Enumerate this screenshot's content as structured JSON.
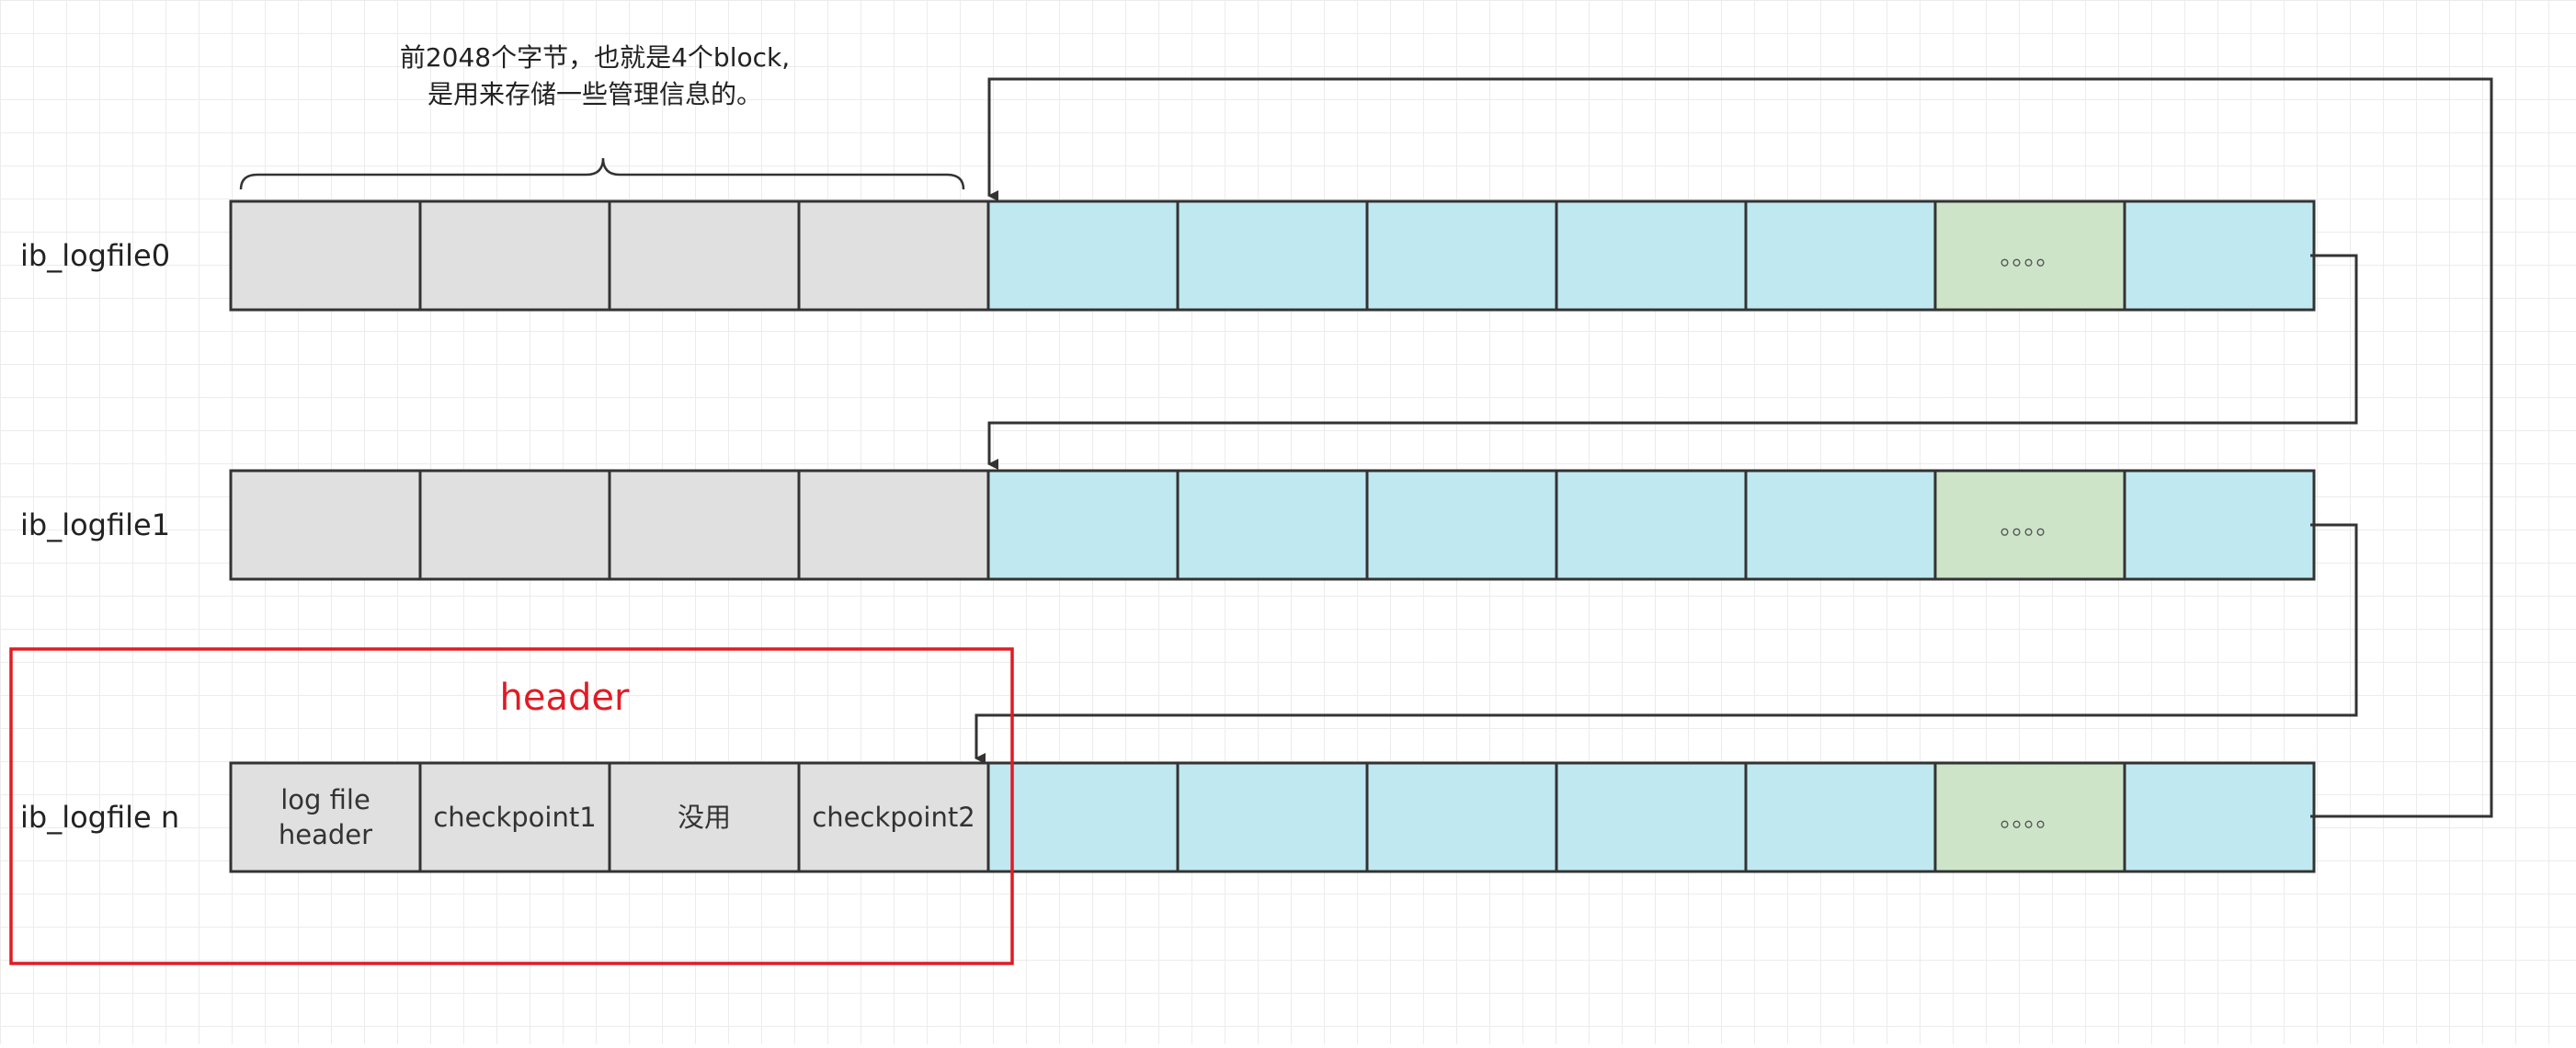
{
  "colors": {
    "header_block": "#e0e0e0",
    "data_block": "#c0e8f0",
    "ellipsis_block": "#cde4c9",
    "border": "#333333",
    "highlight": "#e01b24"
  },
  "note": {
    "line1": "前2048个字节，也就是4个block,",
    "line2": "是用来存储一些管理信息的。"
  },
  "highlight": {
    "label": "header"
  },
  "files": [
    {
      "label": "ib_logfile0",
      "header_cells": [
        "",
        "",
        "",
        ""
      ],
      "data_cells": [
        "",
        "",
        "",
        "",
        "",
        "。。。。",
        ""
      ]
    },
    {
      "label": "ib_logfile1",
      "header_cells": [
        "",
        "",
        "",
        ""
      ],
      "data_cells": [
        "",
        "",
        "",
        "",
        "",
        "。。。。",
        ""
      ]
    },
    {
      "label": "ib_logfile n",
      "header_cells": [
        "log file header",
        "checkpoint1",
        "没用",
        "checkpoint2"
      ],
      "data_cells": [
        "",
        "",
        "",
        "",
        "",
        "。。。。",
        ""
      ]
    }
  ],
  "ellipsis_index": 5
}
